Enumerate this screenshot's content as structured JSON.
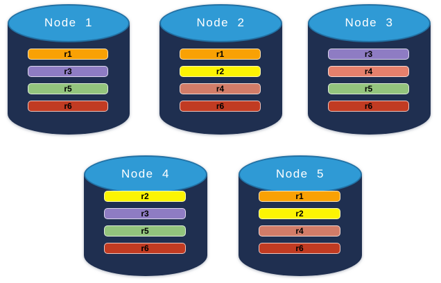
{
  "diagram": {
    "background": "#ffffff",
    "cylinder": {
      "body_color": "#1F2F50",
      "cap_color": "#2F9AD5",
      "cap_border_color": "#2271A4"
    },
    "nodes": [
      {
        "title": "Node  1",
        "replicas": [
          {
            "label": "r1",
            "color": "#F9A104"
          },
          {
            "label": "r3",
            "color": "#8E7CC3"
          },
          {
            "label": "r5",
            "color": "#93C47D"
          },
          {
            "label": "r6",
            "color": "#C13B22"
          }
        ]
      },
      {
        "title": "Node  2",
        "replicas": [
          {
            "label": "r1",
            "color": "#F9A104"
          },
          {
            "label": "r2",
            "color": "#FCF403"
          },
          {
            "label": "r4",
            "color": "#D27C68"
          },
          {
            "label": "r6",
            "color": "#C13B22"
          }
        ]
      },
      {
        "title": "Node  3",
        "replicas": [
          {
            "label": "r3",
            "color": "#8E7CC3"
          },
          {
            "label": "r4",
            "color": "#E5806C"
          },
          {
            "label": "r5",
            "color": "#93C47D"
          },
          {
            "label": "r6",
            "color": "#C13B22"
          }
        ]
      },
      {
        "title": "Node  4",
        "replicas": [
          {
            "label": "r2",
            "color": "#FCF403"
          },
          {
            "label": "r3",
            "color": "#8E7CC3"
          },
          {
            "label": "r5",
            "color": "#93C47D"
          },
          {
            "label": "r6",
            "color": "#C13B22"
          }
        ]
      },
      {
        "title": "Node  5",
        "replicas": [
          {
            "label": "r1",
            "color": "#F9A104"
          },
          {
            "label": "r2",
            "color": "#FCF403"
          },
          {
            "label": "r4",
            "color": "#D27C68"
          },
          {
            "label": "r6",
            "color": "#C13B22"
          }
        ]
      }
    ]
  }
}
